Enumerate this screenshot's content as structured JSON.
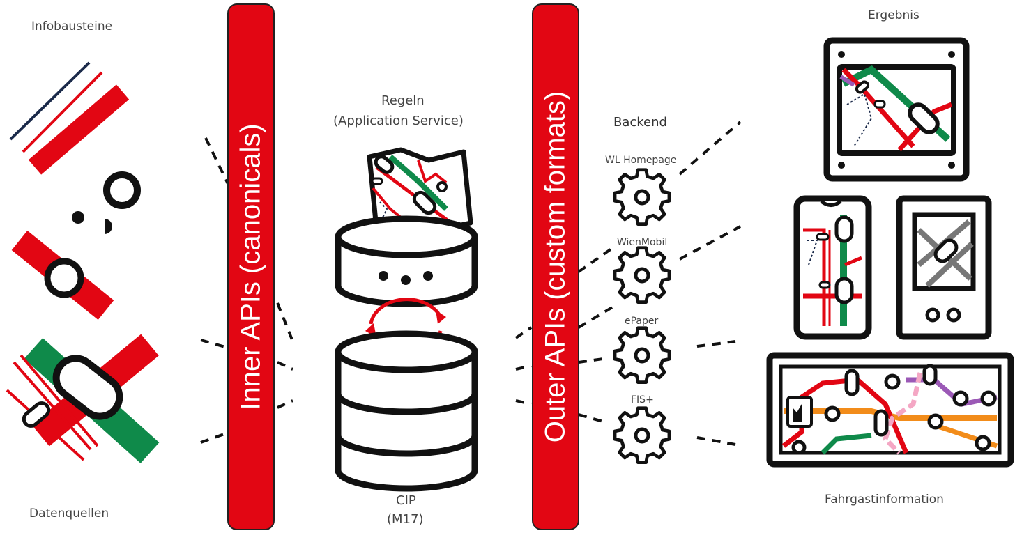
{
  "colors": {
    "red": "#e20613",
    "green": "#0f8a4a",
    "navy": "#1b2a4a",
    "black": "#111111",
    "orange": "#f28c1a",
    "purple": "#9b59b6",
    "pink": "#f4a7c4"
  },
  "left": {
    "top_label": "Infobausteine",
    "bottom_label": "Datenquellen"
  },
  "inner_band": {
    "label": "Inner APIs (canonicals)"
  },
  "center": {
    "title_line1": "Regeln",
    "title_line2": "(Application Service)",
    "bottom_line1": "CIP",
    "bottom_line2": "(M17)"
  },
  "outer_band": {
    "label": "Outer  APIs (custom formats)"
  },
  "backend": {
    "title": "Backend",
    "items": [
      {
        "label": "WL Homepage",
        "icon": "gear-icon"
      },
      {
        "label": "WienMobil",
        "icon": "gear-icon"
      },
      {
        "label": "ePaper",
        "icon": "gear-icon"
      },
      {
        "label": "FIS+",
        "icon": "gear-icon"
      }
    ]
  },
  "right": {
    "top_label": "Ergebnis",
    "bottom_label": "Fahrgastinformation"
  }
}
